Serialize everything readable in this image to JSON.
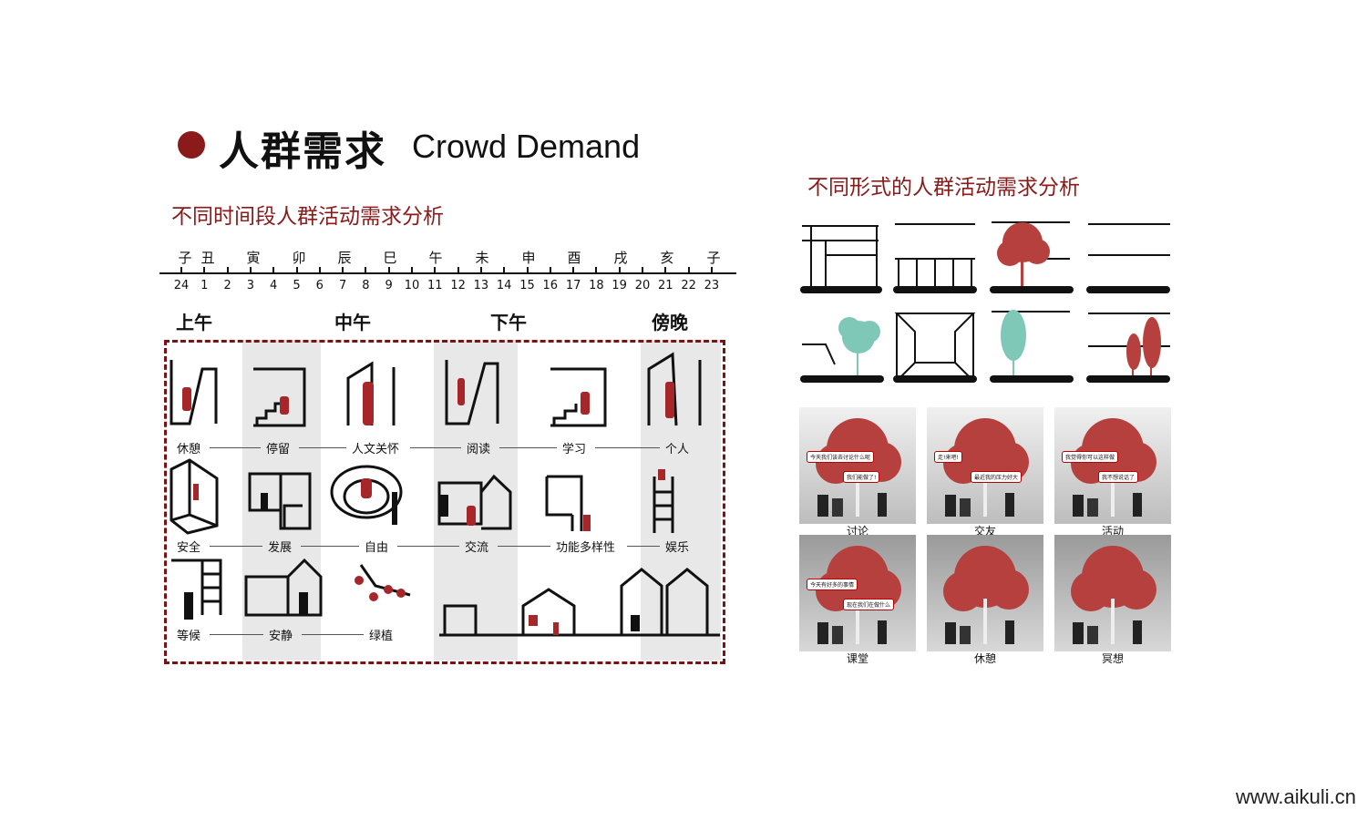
{
  "title": {
    "cn": "人群需求",
    "en": "Crowd Demand"
  },
  "left_subtitle": "不同时间段人群活动需求分析",
  "right_subtitle": "不同形式的人群活动需求分析",
  "earthly_branches": [
    "子",
    "丑",
    "寅",
    "卯",
    "辰",
    "巳",
    "午",
    "未",
    "申",
    "酉",
    "戌",
    "亥",
    "子"
  ],
  "hours": [
    "24",
    "1",
    "2",
    "3",
    "4",
    "5",
    "6",
    "7",
    "8",
    "9",
    "10",
    "11",
    "12",
    "13",
    "14",
    "15",
    "16",
    "17",
    "18",
    "19",
    "20",
    "21",
    "22",
    "23"
  ],
  "periods": [
    "上午",
    "中午",
    "下午",
    "傍晚"
  ],
  "activities_row1": [
    "休憩",
    "停留",
    "人文关怀",
    "阅读",
    "学习",
    "个人"
  ],
  "activities_row2": [
    "安全",
    "发展",
    "自由",
    "交流",
    "功能多样性",
    "娱乐"
  ],
  "activities_row3": [
    "等候",
    "安静",
    "绿植"
  ],
  "scenes_row1": [
    "讨论",
    "交友",
    "活动"
  ],
  "scenes_row2": [
    "课堂",
    "休憩",
    "冥想"
  ],
  "bubbles": [
    "今天我们该去讨论什么呢",
    "我们能做了!",
    "走!来吧!",
    "最近我的压力好大",
    "我觉得你可以这样做",
    "我不想说话了",
    "今天有好多的事情",
    "现在我们在做什么"
  ],
  "watermark": "www.aikuli.cn",
  "colors": {
    "accent": "#8b1a1a",
    "tree_red": "#b5403d",
    "tree_teal": "#7fc8b8"
  }
}
